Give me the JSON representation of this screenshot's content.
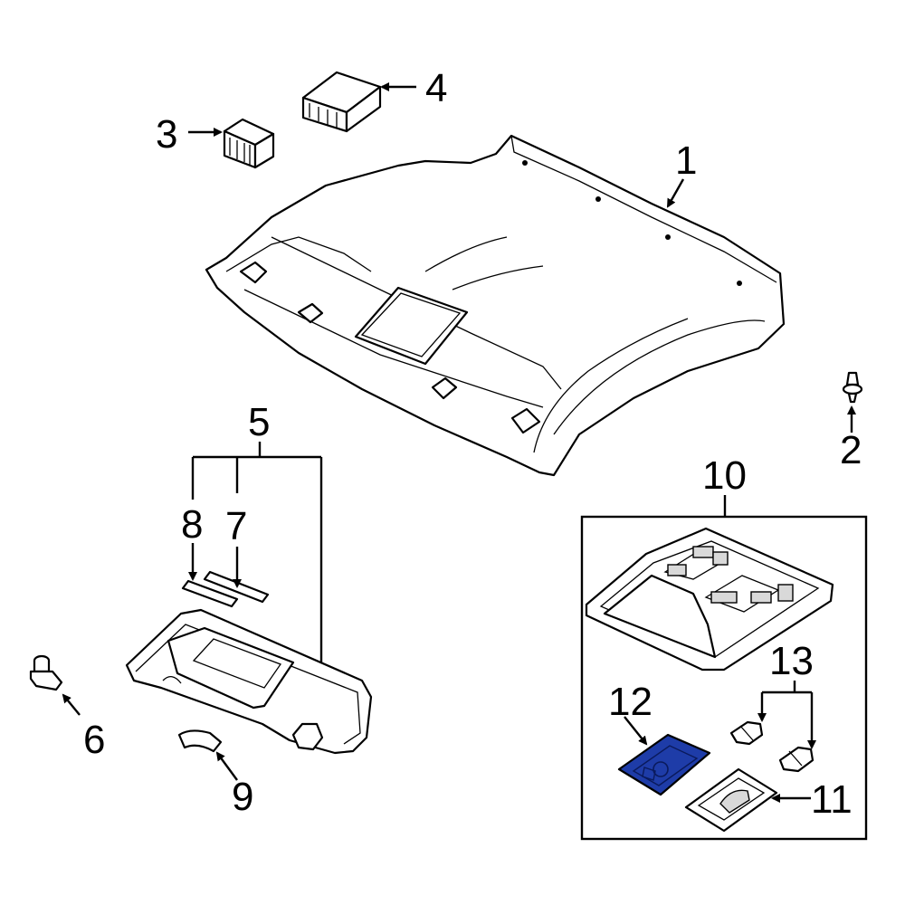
{
  "callouts": {
    "c1": "1",
    "c2": "2",
    "c3": "3",
    "c4": "4",
    "c5": "5",
    "c6": "6",
    "c7": "7",
    "c8": "8",
    "c9": "9",
    "c10": "10",
    "c11": "11",
    "c12": "12",
    "c13": "13"
  },
  "colors": {
    "highlight": "#1e3ca8",
    "line": "#000000",
    "background": "#ffffff"
  }
}
